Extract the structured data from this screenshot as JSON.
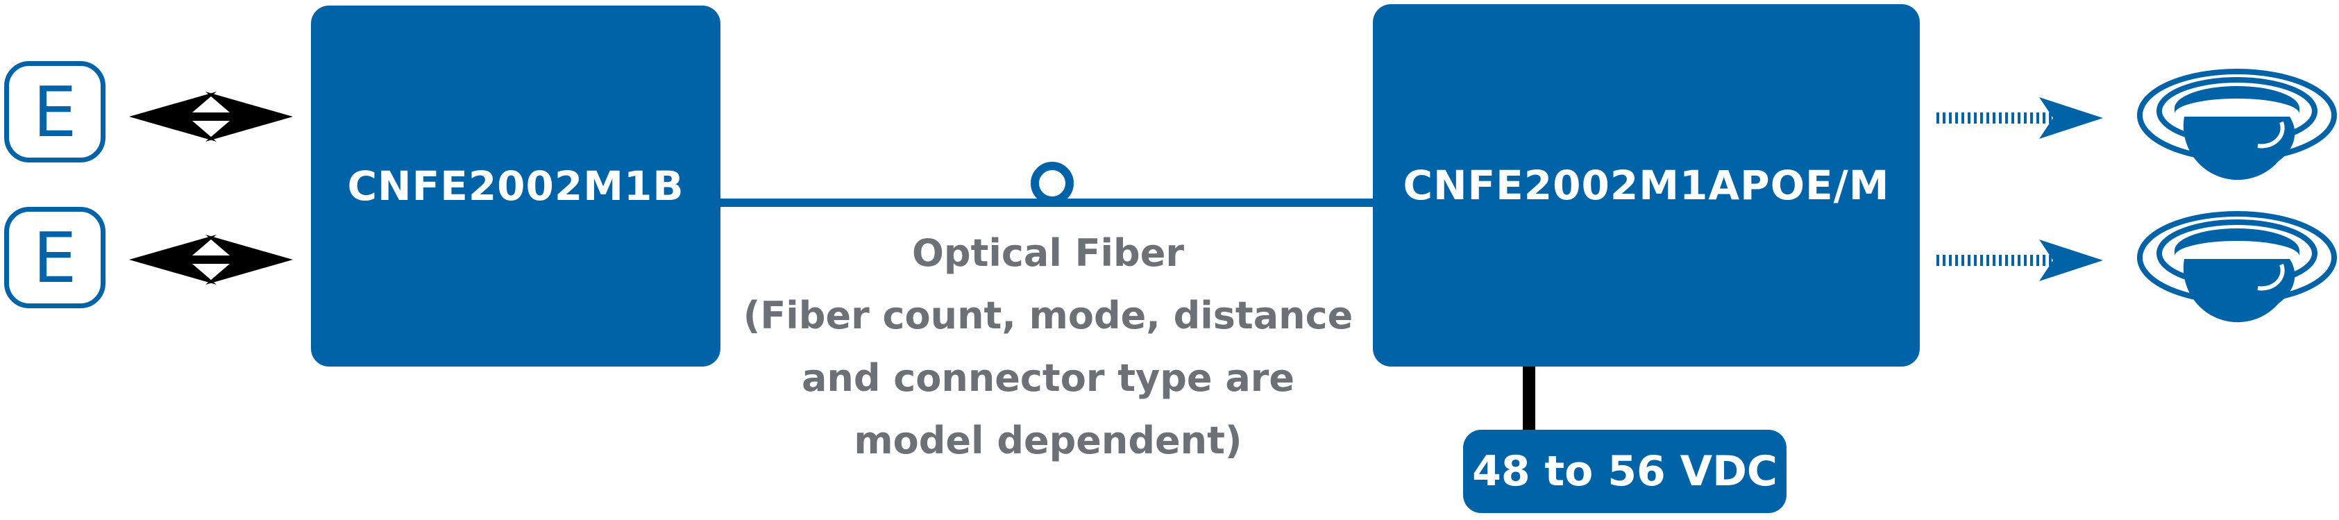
{
  "ethernet_ports": [
    {
      "label": "E"
    },
    {
      "label": "E"
    }
  ],
  "devices": {
    "left": {
      "model": "CNFE2002M1B"
    },
    "right": {
      "model": "CNFE2002M1APOE/M"
    }
  },
  "fiber": {
    "caption_lines": [
      "Optical Fiber",
      "(Fiber count, mode, distance",
      "and connector type are",
      "model dependent)"
    ]
  },
  "power": {
    "label": "48 to 56 VDC"
  },
  "colors": {
    "device_blue": "#0063a7",
    "caption_gray": "#6b7177",
    "arrow_black": "#000000"
  },
  "icons": [
    "ethernet-port-icon",
    "bidirectional-arrow-icon",
    "fiber-connector-icon",
    "dashed-arrow-icon",
    "dome-camera-icon"
  ]
}
